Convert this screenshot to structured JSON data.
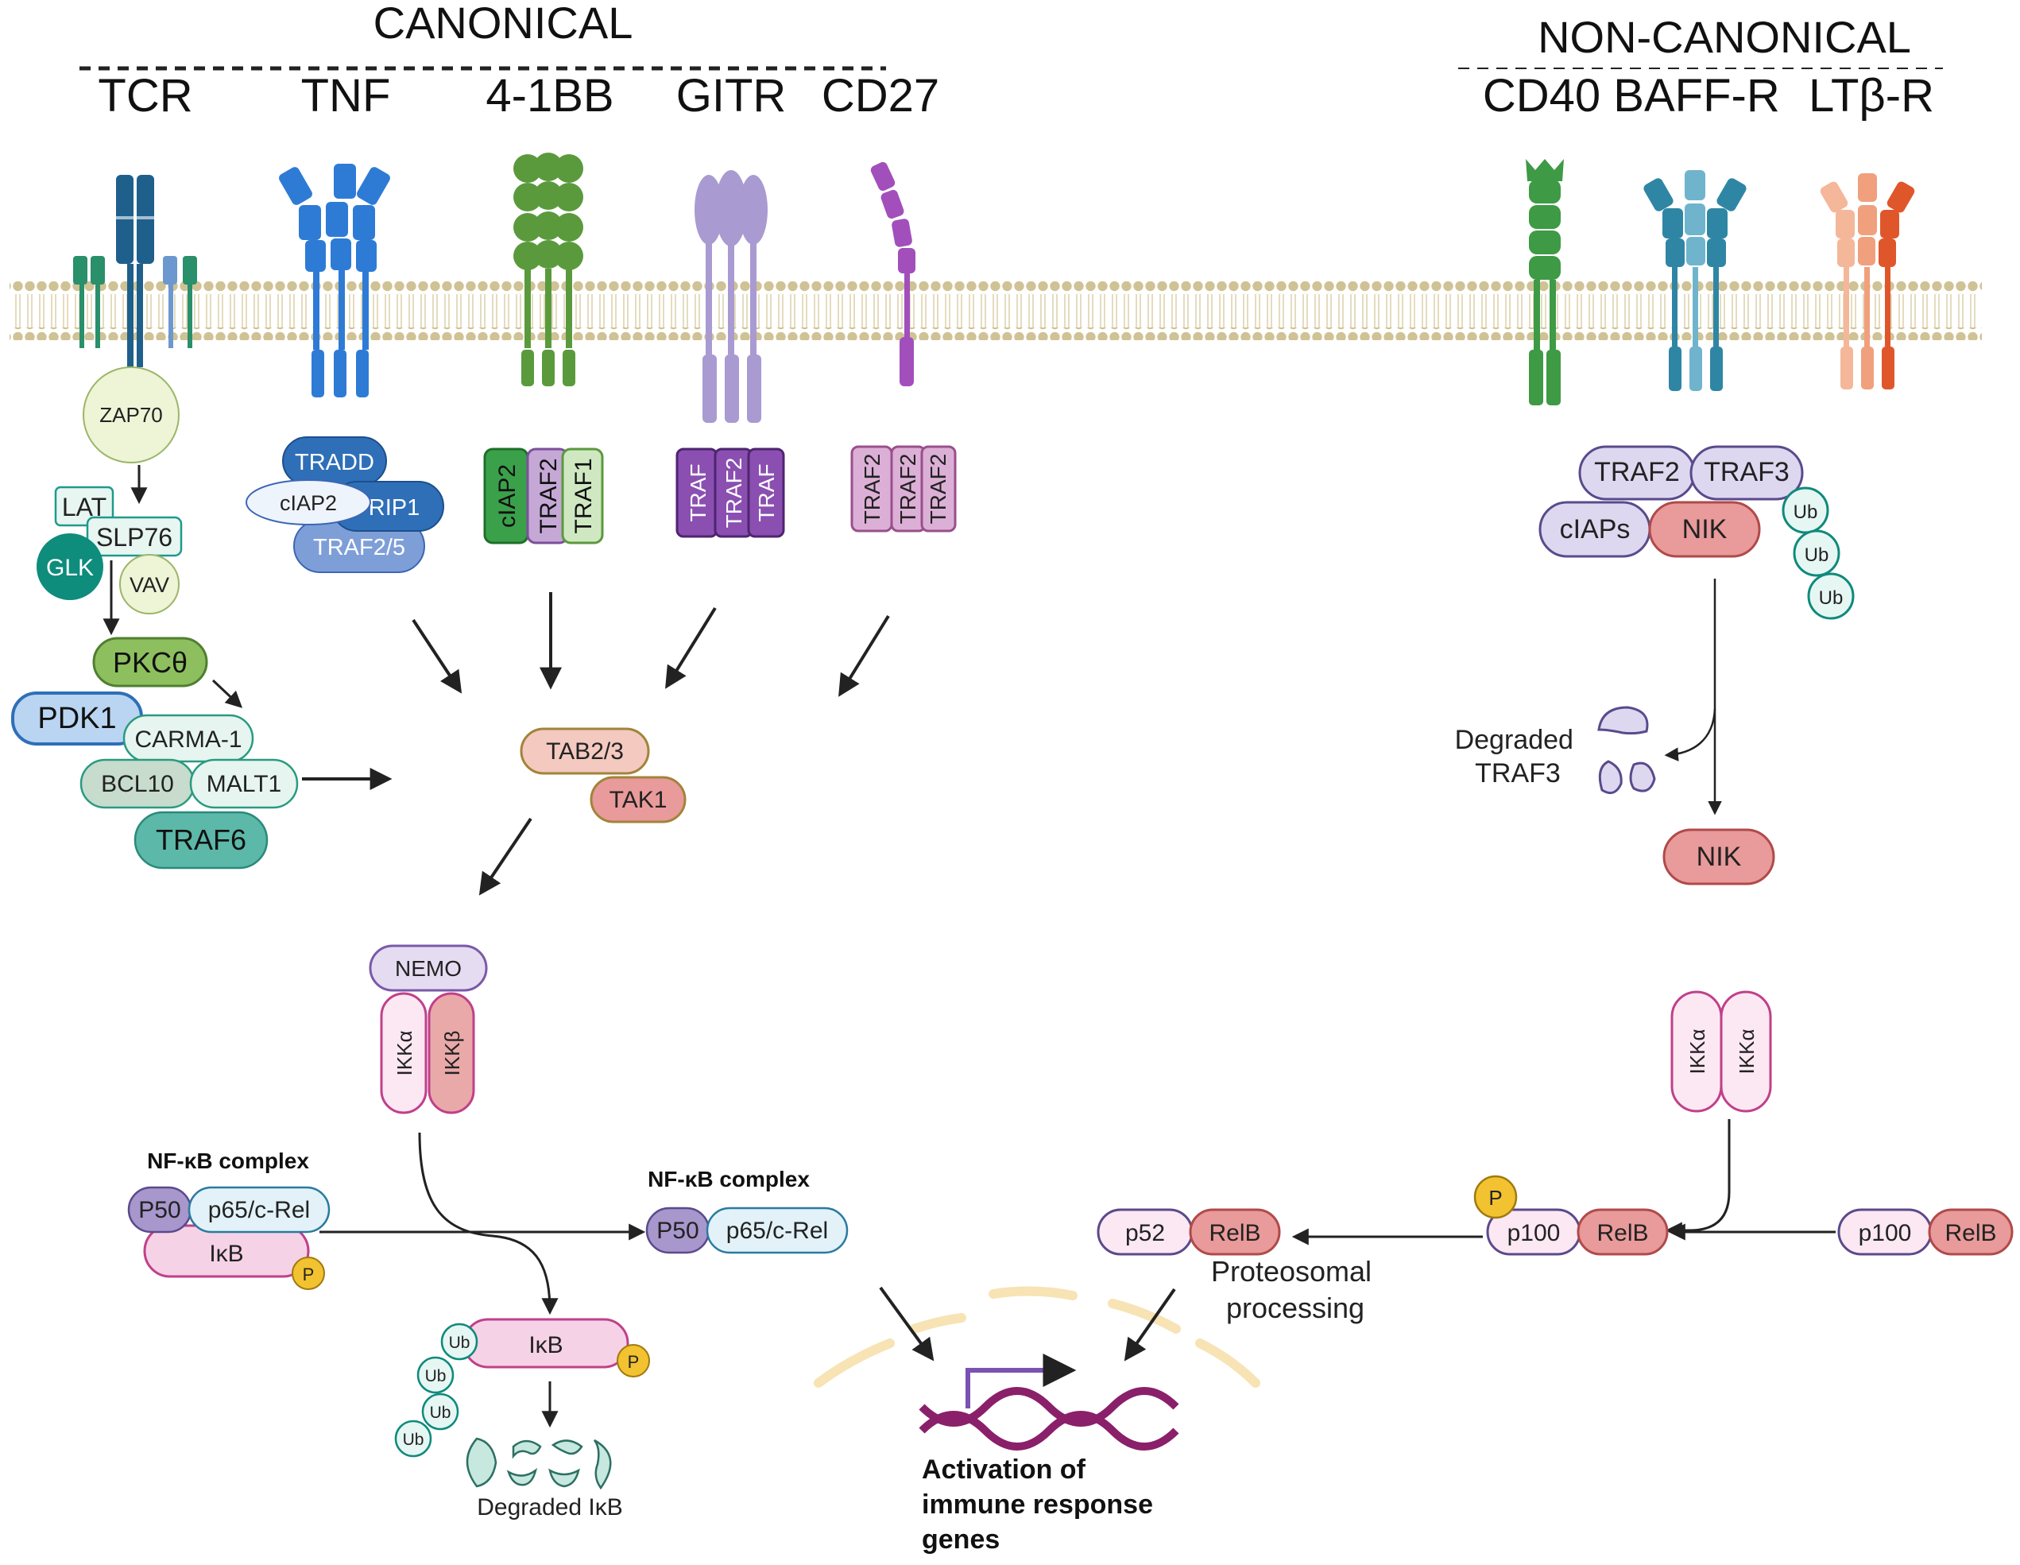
{
  "sections": {
    "canonical": "CANONICAL",
    "non_canonical": "NON-CANONICAL"
  },
  "receptors": {
    "tcr": "TCR",
    "tnf": "TNF",
    "r41bb": "4-1BB",
    "gitr": "GITR",
    "cd27": "CD27",
    "cd40": "CD40",
    "baffr": "BAFF-R",
    "ltbr": "LTβ-R"
  },
  "tcr_path": {
    "zap70": "ZAP70",
    "lat": "LAT",
    "slp76": "SLP76",
    "glk": "GLK",
    "vav": "VAV",
    "pkc": "PKCθ",
    "pdk1": "PDK1",
    "carma1": "CARMA-1",
    "bcl10": "BCL10",
    "malt1": "MALT1",
    "traf6": "TRAF6"
  },
  "tnf_path": {
    "tradd": "TRADD",
    "ciap2": "cIAP2",
    "rip1": "RIP1",
    "traf25": "TRAF2/5"
  },
  "bb_path": {
    "ciap2": "cIAP2",
    "traf2": "TRAF2",
    "traf1": "TRAF1"
  },
  "gitr_path": {
    "traf_a": "TRAF",
    "traf2": "TRAF2",
    "traf_b": "TRAF"
  },
  "cd27_path": {
    "traf2_a": "TRAF2",
    "traf2_b": "TRAF2",
    "traf2_c": "TRAF2"
  },
  "tab": {
    "tab23": "TAB2/3",
    "tak1": "TAK1"
  },
  "ikk": {
    "nemo": "NEMO",
    "ikka": "IKKα",
    "ikkb": "IKKβ"
  },
  "nfkb_left": {
    "title": "NF-κB complex",
    "p50": "P50",
    "p65": "p65/c-Rel",
    "ikb": "IκB",
    "p": "P"
  },
  "nfkb_mid": {
    "title": "NF-κB complex",
    "p50": "P50",
    "p65": "p65/c-Rel"
  },
  "degradation": {
    "ikb": "IκB",
    "p": "P",
    "ub1": "Ub",
    "ub2": "Ub",
    "ub3": "Ub",
    "ub4": "Ub",
    "label": "Degraded IκB"
  },
  "gene_activation": "Activation of immune response genes",
  "noncanon": {
    "traf2": "TRAF2",
    "traf3": "TRAF3",
    "ciaps": "cIAPs",
    "nik": "NIK",
    "ub1": "Ub",
    "ub2": "Ub",
    "ub3": "Ub",
    "degraded_traf3": "Degraded TRAF3",
    "nik2": "NIK",
    "ikka1": "IKKα",
    "ikka2": "IKKα",
    "p": "P",
    "p100": "p100",
    "relb": "RelB",
    "p100b": "p100",
    "relbb": "RelB",
    "p52": "p52",
    "relbc": "RelB",
    "processing": "Proteosomal processing"
  },
  "colors": {
    "membrane": "#d8cfa8",
    "membrane_bead": "#cbbf93",
    "tcr_blue": "#1f5f8b",
    "tnf_blue": "#2e7bd6",
    "green": "#5a9a3c",
    "lavender": "#a99bd1",
    "purple": "#9b4fb4",
    "cd40_green": "#3e9a45",
    "baff_teal": "#2f86a4",
    "lt_orange": "#e36b3f",
    "pink_fill": "#fbe8f2",
    "pink_stroke": "#c0408a",
    "salmon": "#e99a9a",
    "teal_dark": "#0f8a7c"
  }
}
